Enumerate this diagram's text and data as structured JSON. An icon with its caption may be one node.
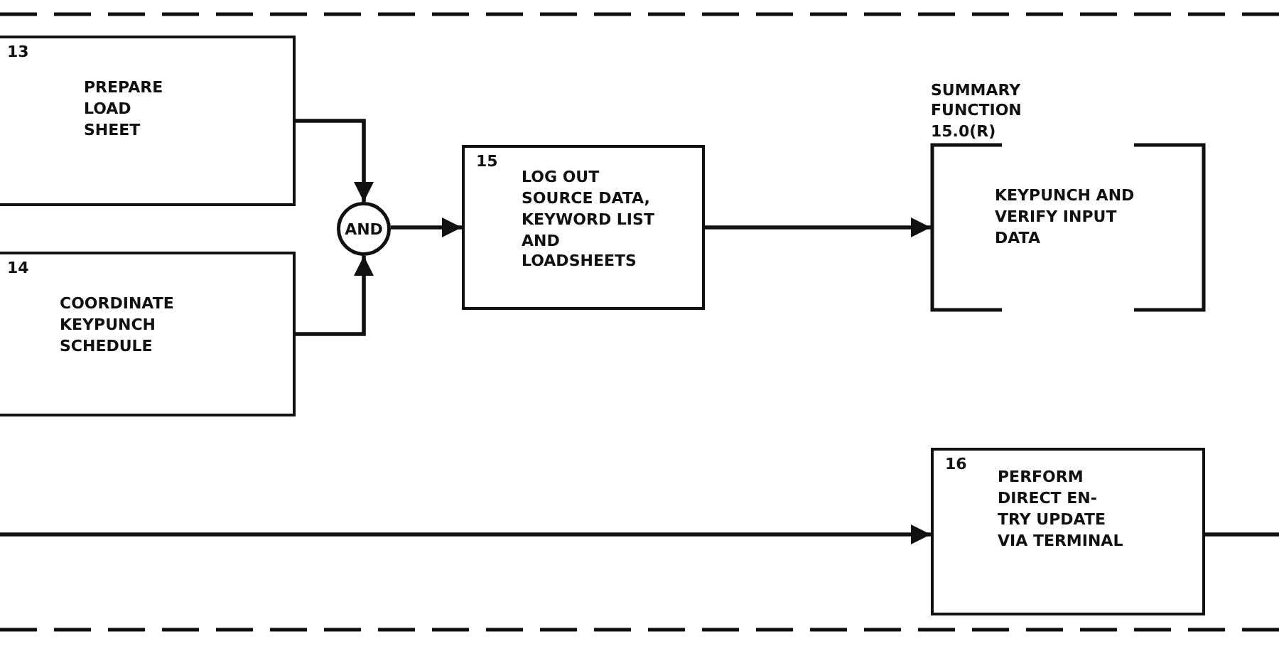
{
  "diagram": {
    "nodes": [
      {
        "text": [
          "13",
          "PREPARE LOAD SHEET"
        ]
      },
      {
        "text": [
          "14",
          "COORDINATE KEYPUNCH SCHEDULE"
        ]
      },
      {
        "text": [
          "AND"
        ]
      },
      {
        "text": [
          "15",
          "LOG OUT SOURCE DATA, KEYWORD LIST AND LOADSHEETS"
        ]
      },
      {
        "text": [
          "SUMMARY FUNCTION 15.0(R)",
          "KEYPUNCH AND VERIFY INPUT DATA"
        ]
      },
      {
        "text": [
          "16",
          "PERFORM DIRECT EN- TRY UPDATE VIA TERMINAL"
        ]
      }
    ],
    "edges": [
      {
        "from": 0,
        "to": 2,
        "arrow": "to"
      },
      {
        "from": 1,
        "to": 2,
        "arrow": "to"
      },
      {
        "from": 2,
        "to": 3,
        "arrow": "to"
      },
      {
        "from": 3,
        "to": 4,
        "arrow": "to"
      },
      {
        "from": null,
        "to": 5,
        "arrow": "to"
      },
      {
        "from": 5,
        "to": null,
        "arrow": "none"
      }
    ]
  }
}
